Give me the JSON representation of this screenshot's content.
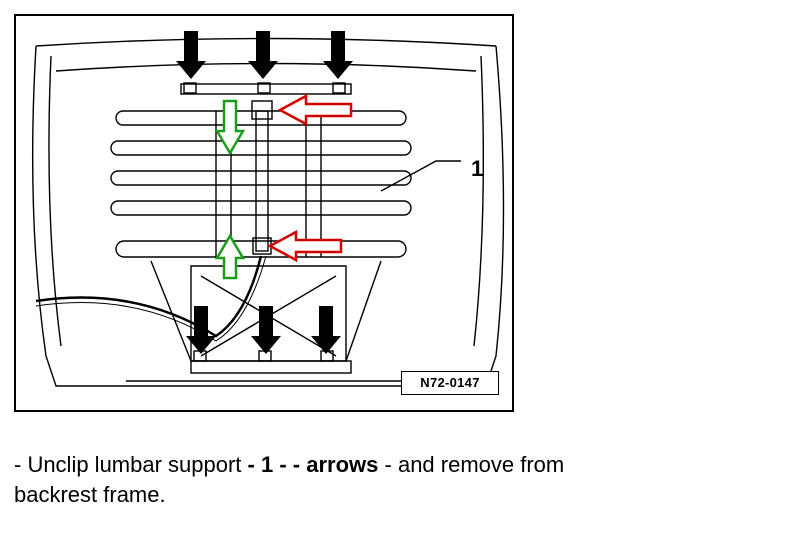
{
  "figure": {
    "id_label": "N72-0147",
    "callout": "1"
  },
  "caption": {
    "prefix": "- Unclip lumbar support ",
    "dash1": "- ",
    "num": "1",
    "mid": " - - ",
    "arrows_word": "arrows",
    "suffix": " - and remove from",
    "line2": "backrest frame."
  },
  "colors": {
    "black_arrow": "#000000",
    "red_arrow": "#d60000",
    "green_arrow": "#1a9e1a"
  }
}
